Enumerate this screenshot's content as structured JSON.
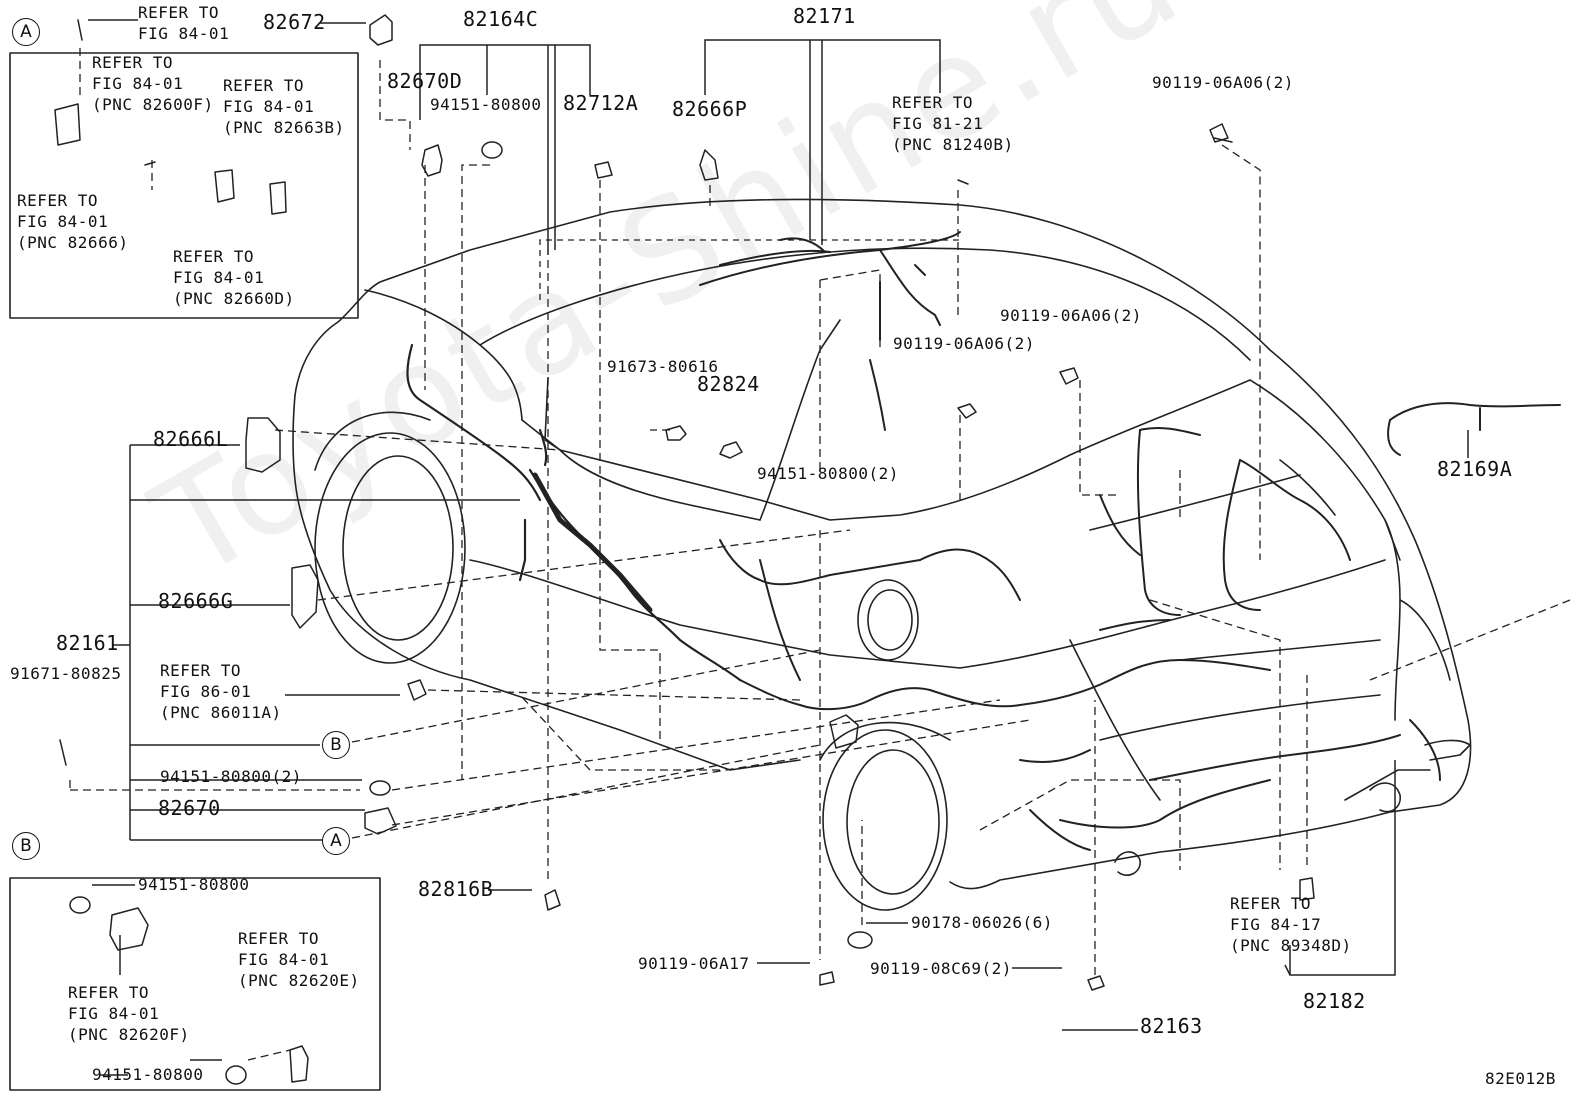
{
  "watermark": "Toyota-Shine.ru",
  "drawing_code": "82E012B",
  "inset_a": {
    "marker": "A",
    "refs": [
      {
        "lines": [
          "REFER TO",
          "FIG 84-01"
        ]
      },
      {
        "lines": [
          "REFER TO",
          "FIG 84-01",
          "(PNC 82600F)"
        ]
      },
      {
        "lines": [
          "REFER TO",
          "FIG 84-01",
          "(PNC 82663B)"
        ]
      },
      {
        "lines": [
          "REFER TO",
          "FIG 84-01",
          "(PNC 82666)"
        ]
      },
      {
        "lines": [
          "REFER TO",
          "FIG 84-01",
          "(PNC 82660D)"
        ]
      }
    ]
  },
  "inset_b": {
    "marker": "B",
    "parts": [
      "94151-80800",
      "94151-80800"
    ],
    "refs": [
      {
        "lines": [
          "REFER TO",
          "FIG 84-01",
          "(PNC 82620E)"
        ]
      },
      {
        "lines": [
          "REFER TO",
          "FIG 84-01",
          "(PNC 82620F)"
        ]
      }
    ]
  },
  "parts": {
    "p82672": "82672",
    "p82164C": "82164C",
    "p82171": "82171",
    "p82670D": "82670D",
    "p94151_80800_top": "94151-80800",
    "p82712A": "82712A",
    "p82666P": "82666P",
    "p90119_06A06_2_top": "90119-06A06(2)",
    "p90119_06A06_2_mid": "90119-06A06(2)",
    "p90119_06A06_2_low": "90119-06A06(2)",
    "p91673_80616": "91673-80616",
    "p82824": "82824",
    "p82666L": "82666L",
    "p82169A": "82169A",
    "p94151_80800_2_mid": "94151-80800(2)",
    "p82666G": "82666G",
    "p82161": "82161",
    "p91671_80825": "91671-80825",
    "p94151_80800_2_low": "94151-80800(2)",
    "p82670": "82670",
    "p82816B": "82816B",
    "p90178_06026_6": "90178-06026(6)",
    "p90119_06A17": "90119-06A17",
    "p90119_08C69_2": "90119-08C69(2)",
    "p82163": "82163",
    "p82182": "82182"
  },
  "refs": {
    "fig81_21": [
      "REFER TO",
      "FIG 81-21",
      "(PNC 81240B)"
    ],
    "fig86_01": [
      "REFER TO",
      "FIG 86-01",
      "(PNC 86011A)"
    ],
    "fig84_17": [
      "REFER TO",
      "FIG 84-17",
      "(PNC 89348D)"
    ]
  },
  "callouts": {
    "a": "A",
    "b": "B"
  }
}
